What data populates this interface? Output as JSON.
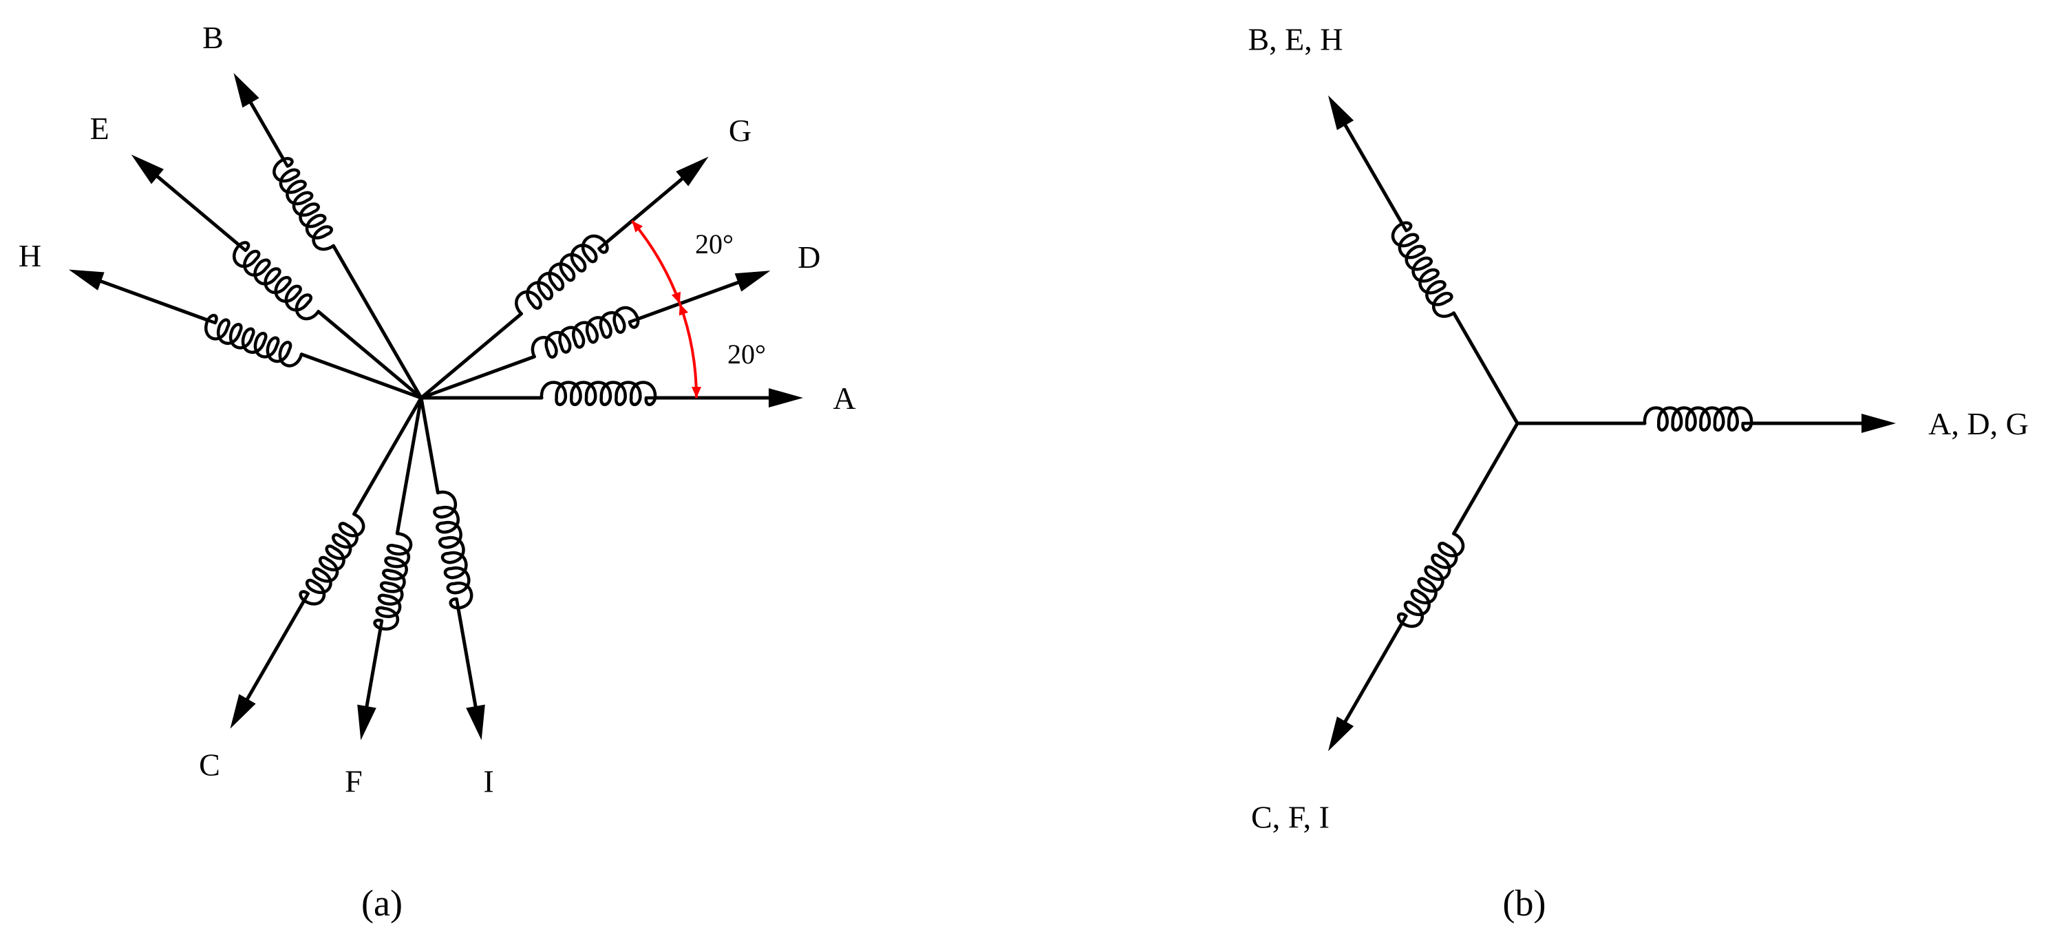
{
  "diagrams": [
    {
      "id": "a",
      "caption": "(a)",
      "phases": [
        {
          "label": "A",
          "angle_deg": 0
        },
        {
          "label": "D",
          "angle_deg": 20
        },
        {
          "label": "G",
          "angle_deg": 40
        },
        {
          "label": "B",
          "angle_deg": 120
        },
        {
          "label": "E",
          "angle_deg": 140
        },
        {
          "label": "H",
          "angle_deg": 160
        },
        {
          "label": "C",
          "angle_deg": 240
        },
        {
          "label": "F",
          "angle_deg": 260
        },
        {
          "label": "I",
          "angle_deg": 280
        }
      ],
      "angle_annotations": [
        "20°",
        "20°"
      ]
    },
    {
      "id": "b",
      "caption": "(b)",
      "phases": [
        {
          "label": "A, D, G",
          "angle_deg": 0
        },
        {
          "label": "B, E, H",
          "angle_deg": 120
        },
        {
          "label": "C, F, I",
          "angle_deg": 240
        }
      ]
    }
  ],
  "colors": {
    "lines": "#000000",
    "angle_marker": "#ff0000"
  }
}
